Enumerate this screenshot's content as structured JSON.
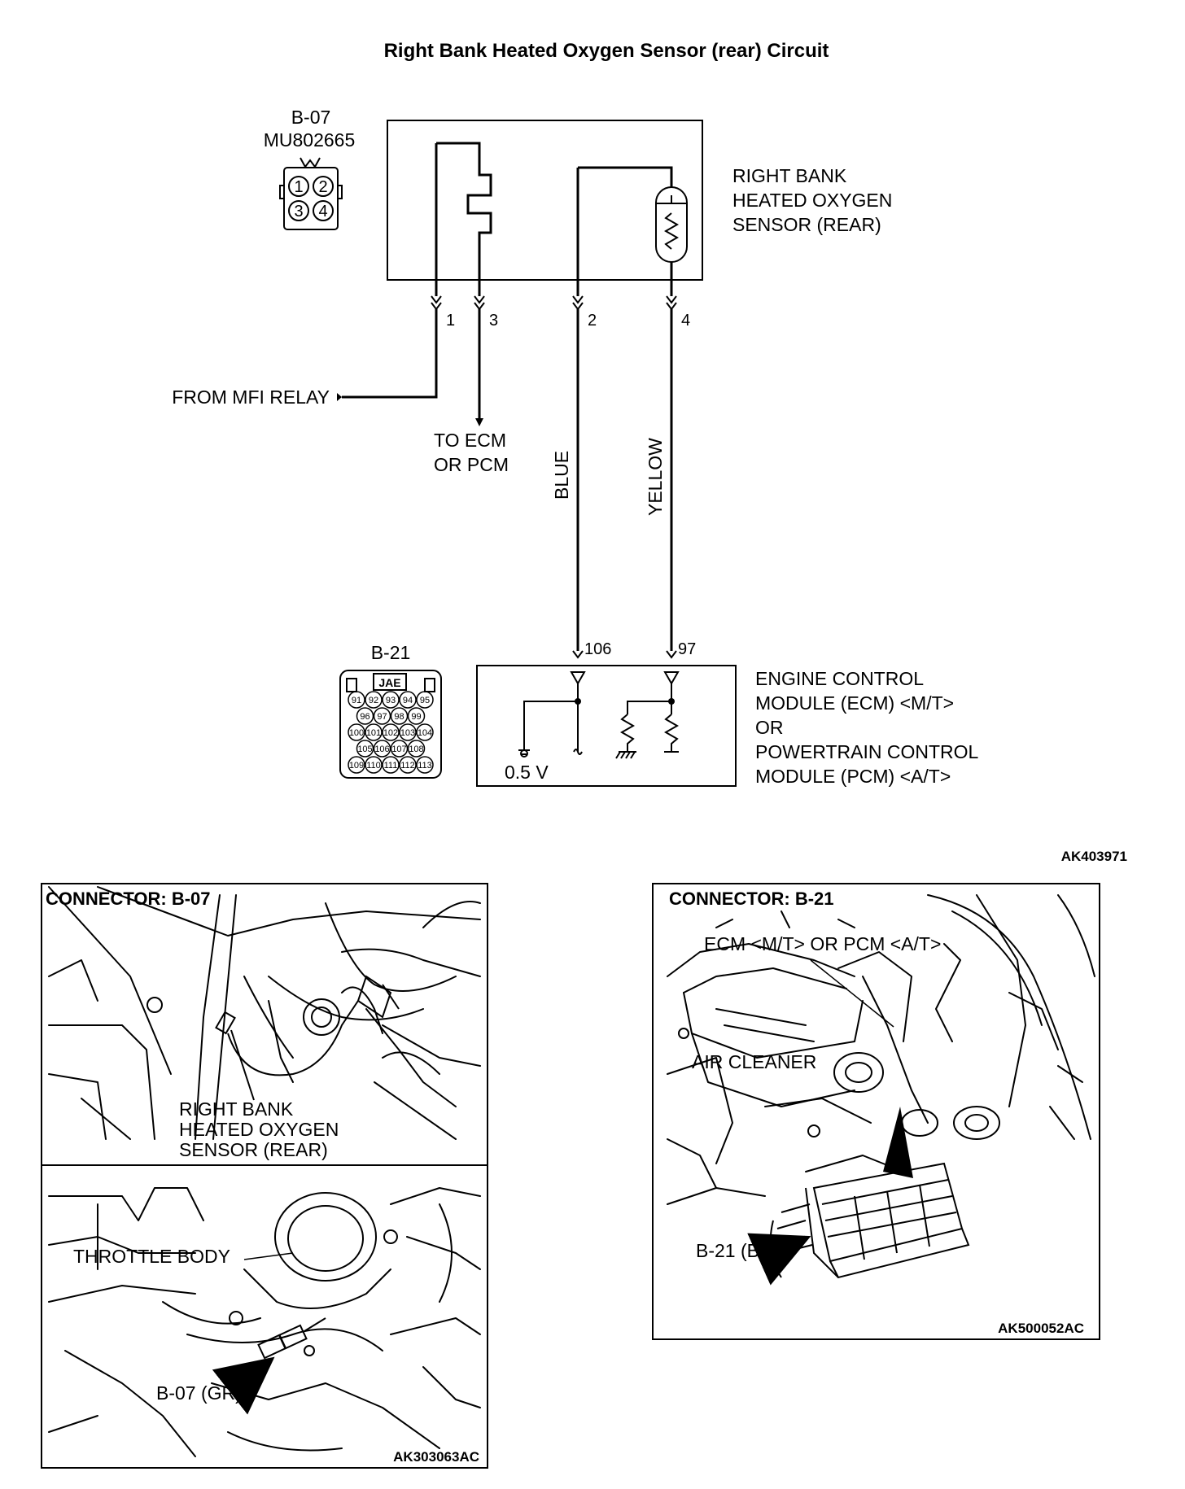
{
  "title": "Right Bank Heated Oxygen Sensor (rear) Circuit",
  "sensor_connector": {
    "id": "B-07",
    "part_no": "MU802665",
    "pins": [
      "1",
      "2",
      "3",
      "4"
    ]
  },
  "sensor": {
    "label_lines": [
      "RIGHT BANK",
      "HEATED OXYGEN",
      "SENSOR (REAR)"
    ]
  },
  "wire_pins": [
    "1",
    "3",
    "2",
    "4"
  ],
  "from_mfi": "FROM MFI RELAY",
  "to_ecm_lines": [
    "TO ECM",
    "OR PCM"
  ],
  "wire_colors": [
    "BLUE",
    "YELLOW"
  ],
  "ecm_pins": [
    "106",
    "97"
  ],
  "ecm_connector": {
    "id": "B-21",
    "maker": "JAE",
    "rows": [
      [
        "91",
        "92",
        "93",
        "94",
        "95"
      ],
      [
        "96",
        "97",
        "98",
        "99"
      ],
      [
        "100",
        "101",
        "102",
        "103",
        "104"
      ],
      [
        "105",
        "106",
        "107",
        "108"
      ],
      [
        "109",
        "110",
        "111",
        "112",
        "113"
      ]
    ]
  },
  "ecm": {
    "voltage": "0.5 V",
    "label_lines": [
      "ENGINE CONTROL",
      "MODULE (ECM) <M/T>",
      "OR",
      "POWERTRAIN CONTROL",
      "MODULE (PCM) <A/T>"
    ]
  },
  "schematic_ref": "AK403971",
  "panel_b07": {
    "header": "CONNECTOR: B-07",
    "callout_lines": [
      "RIGHT BANK",
      "HEATED OXYGEN",
      "SENSOR (REAR)"
    ],
    "throttle": "THROTTLE BODY",
    "connector_callout": "B-07 (GR)",
    "ref": "AK303063AC"
  },
  "panel_b21": {
    "header": "CONNECTOR: B-21",
    "ecm_callout": "ECM <M/T> OR PCM <A/T>",
    "air_cleaner": "AIR CLEANER",
    "connector_callout": "B-21 (B)",
    "ref": "AK500052AC"
  }
}
